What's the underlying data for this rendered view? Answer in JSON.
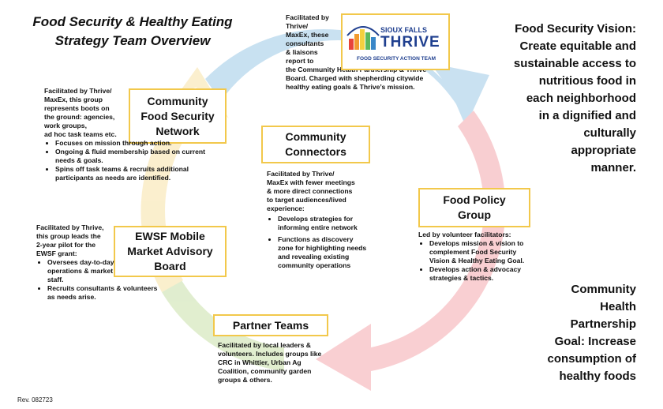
{
  "title_lines": [
    "Food Security & Healthy Eating",
    "Strategy Team Overview"
  ],
  "logo": {
    "line1": "SIOUX FALLS",
    "line2": "THRIVE",
    "line3": "FOOD SECURITY ACTION TEAM"
  },
  "thrive_desc": [
    "Facilitated by",
    "Thrive/",
    "MaxEx, these",
    "consultants",
    "& liaisons",
    "report to",
    "the Community Health Partnership & Thrive",
    "Board. Charged with shepherding  citywide",
    "healthy eating goals & Thrive’s mission."
  ],
  "vision": [
    "Food Security Vision:",
    "Create equitable and",
    "sustainable access to",
    "nutritious  food in",
    "each neighborhood",
    "in a dignified and",
    "culturally",
    "appropriate",
    "manner."
  ],
  "goal": [
    "Community",
    "Health",
    "Partnership",
    "Goal: Increase",
    "consumption  of",
    "healthy foods"
  ],
  "boxes": {
    "cfsn": [
      "Community",
      "Food Security",
      "Network"
    ],
    "connectors": [
      "Community",
      "Connectors"
    ],
    "policy": [
      "Food Policy",
      "Group"
    ],
    "ewsf": [
      "EWSF Mobile",
      "Market Advisory",
      "Board"
    ],
    "partners": [
      "Partner Teams"
    ]
  },
  "cfsn_desc": {
    "intro": [
      "Facilitated by Thrive/",
      "MaxEx, this group",
      "represents boots on",
      "the ground:  agencies,",
      "work groups,",
      "ad hoc  task teams etc."
    ],
    "bullets": [
      "Focuses on mission through action.",
      "Ongoing & fluid membership based on current needs & goals.",
      "Spins off task teams & recruits additional participants  as needs are identified."
    ]
  },
  "connectors_desc": {
    "intro": [
      "Facilitated by Thrive/",
      "MaxEx with fewer meetings",
      "& more direct connections",
      "to target audiences/lived",
      "experience:"
    ],
    "bullets": [
      "Develops strategies for informing entire network",
      "Functions as discovery zone for highlighting needs and revealing existing community operations"
    ]
  },
  "policy_desc": {
    "intro": [
      "Led by volunteer facilitators:"
    ],
    "bullets": [
      "Develops mission & vision to complement Food Security Vision & Healthy Eating Goal.",
      "Develops action & advocacy strategies & tactics."
    ]
  },
  "ewsf_desc": {
    "intro": [
      "Facilitated by Thrive,",
      "this group leads the",
      "2-year pilot for the",
      "EWSF grant:"
    ],
    "bullets": [
      "Oversees day-to-day operations & market staff.",
      "Recruits consultants  & volunteers as needs arise."
    ]
  },
  "partners_desc": [
    "Facilitated by local leaders &",
    "volunteers. Includes groups like",
    "CRC in Whittier, Urban Ag",
    "Coalition,  community garden",
    "groups & others."
  ],
  "rev": "Rev. 082723",
  "colors": {
    "arrow_blue": "#9cc9e6",
    "arrow_pink": "#f4a7ad",
    "arrow_yellow": "#f7e2a6",
    "arrow_green": "#c8e0a8",
    "box_border": "#f2c84b",
    "logo_blue": "#1f3f8f"
  }
}
